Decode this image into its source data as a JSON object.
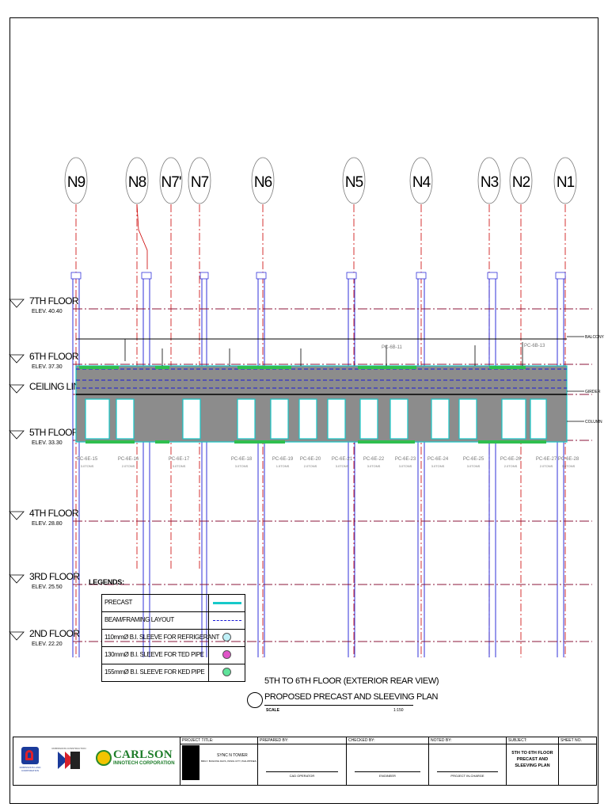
{
  "grid_labels": [
    "N9",
    "N8",
    "N7'",
    "N7",
    "N6",
    "N5",
    "N4",
    "N3",
    "N2",
    "N1"
  ],
  "floors": [
    {
      "name": "7TH FLOOR",
      "elev": "ELEV. 40.40"
    },
    {
      "name": "6TH FLOOR",
      "elev": "ELEV. 37.30"
    },
    {
      "name": "CEILING LINE",
      "elev": ""
    },
    {
      "name": "5TH FLOOR",
      "elev": "ELEV. 33.30"
    },
    {
      "name": "4TH FLOOR",
      "elev": "ELEV. 28.80"
    },
    {
      "name": "3RD FLOOR",
      "elev": "ELEV. 25.50"
    },
    {
      "name": "2ND FLOOR",
      "elev": "ELEV. 22.20"
    }
  ],
  "side_labels": [
    "BALCONY",
    "GIRDER",
    "COLUMN"
  ],
  "panels": [
    {
      "id": "PC-6E-15",
      "weight": "3.0TONS"
    },
    {
      "id": "PC-6E-16",
      "weight": "2.0TONS"
    },
    {
      "id": "PC-6E-17",
      "weight": "3.0TONS"
    },
    {
      "id": "PC-6E-18",
      "weight": "3.0TONS"
    },
    {
      "id": "PC-6E-19",
      "weight": "1.5TONS"
    },
    {
      "id": "PC-6E-20",
      "weight": "2.0TONS"
    },
    {
      "id": "PC-6E-21",
      "weight": "3.0TONS"
    },
    {
      "id": "PC-6E-22",
      "weight": "3.0TONS"
    },
    {
      "id": "PC-6E-23",
      "weight": "3.0TONS"
    },
    {
      "id": "PC-6E-24",
      "weight": "3.0TONS"
    },
    {
      "id": "PC-6E-25",
      "weight": "3.0TONS"
    },
    {
      "id": "PC-6E-26",
      "weight": "2.0TONS"
    },
    {
      "id": "PC-6E-27",
      "weight": "2.0TONS"
    },
    {
      "id": "PC-6E-28",
      "weight": "3.0TONS"
    }
  ],
  "top_tags": [
    "PC-6B-11",
    "PC-6B-13"
  ],
  "legend": {
    "title": "LEGENDS:",
    "items": [
      {
        "label": "PRECAST",
        "symbol": "solid-line",
        "color": "#17c9c9"
      },
      {
        "label": "BEAM/FRAMING LAYOUT",
        "symbol": "dashed-line",
        "color": "#1a1ad6"
      },
      {
        "label": "110mmØ B.I. SLEEVE FOR REFRIGERANT",
        "symbol": "circle",
        "color": "#bff0f7"
      },
      {
        "label": "130mmØ B.I. SLEEVE FOR TED PIPE",
        "symbol": "circle",
        "color": "#e055c8"
      },
      {
        "label": "155mmØ B.I. SLEEVE FOR KED PIPE",
        "symbol": "circle",
        "color": "#5fe39a"
      }
    ]
  },
  "drawing_title": {
    "line1": "5TH TO 6TH FLOOR (EXTERIOR REAR VIEW)",
    "line2": "PROPOSED PRECAST AND SLEEVING PLAN",
    "scale_label": "SCALE",
    "scale_value": "1:150"
  },
  "title_block": {
    "company1": "ROBINSONS LAND CORPORATION",
    "company2": "ROBINSONS CONSTRUCTION",
    "company3": "CARLSON",
    "company3_sub": "INNOTECH CORPORATION",
    "project_title_label": "PROJECT TITLE:",
    "project_name": "SYNC N TOWER",
    "project_address": "BRGY. BUGONG DAYA, PASIG CITY, PHILIPPINES",
    "prepared_label": "PREPARED BY:",
    "prepared_role": "CAD OPERATOR",
    "checked_label": "CHECKED BY:",
    "checked_role": "ENGINEER",
    "noted_label": "NOTED BY:",
    "noted_role": "PROJECT IN-CHARGE",
    "subject_label": "SUBJECT:",
    "subject_value": "5TH TO 6TH FLOOR PRECAST AND SLEEVING PLAN",
    "sheet_label": "SHEET NO."
  },
  "colors": {
    "grid_line": "#cc0000",
    "floor_line": "#8b1538",
    "beam": "#1a1ad6",
    "precast": "#17c9c9",
    "panel_fill": "#8c8c8c",
    "sleeve_green": "#2fbf4f"
  }
}
